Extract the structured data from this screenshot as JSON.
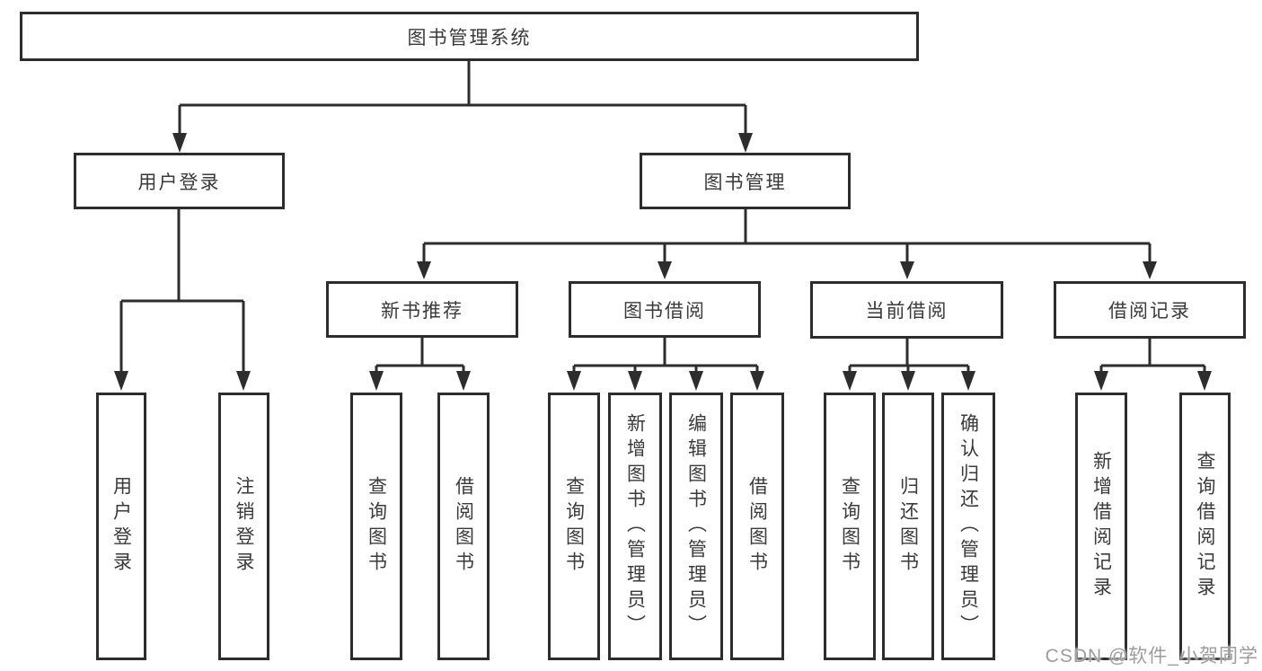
{
  "tree": {
    "label": "图书管理系统",
    "children": [
      {
        "label": "用户登录",
        "children": [
          {
            "label": "用户登录"
          },
          {
            "label": "注销登录"
          }
        ]
      },
      {
        "label": "图书管理",
        "children": [
          {
            "label": "新书推荐",
            "children": [
              {
                "label": "查询图书"
              },
              {
                "label": "借阅图书"
              }
            ]
          },
          {
            "label": "图书借阅",
            "children": [
              {
                "label": "查询图书"
              },
              {
                "label": "新增图书（管理员）"
              },
              {
                "label": "编辑图书（管理员）"
              },
              {
                "label": "借阅图书"
              }
            ]
          },
          {
            "label": "当前借阅",
            "children": [
              {
                "label": "查询图书"
              },
              {
                "label": "归还图书"
              },
              {
                "label": "确认归还（管理员）"
              }
            ]
          },
          {
            "label": "借阅记录",
            "children": [
              {
                "label": "新增借阅记录"
              },
              {
                "label": "查询借阅记录"
              }
            ]
          }
        ]
      }
    ]
  },
  "watermark": {
    "text": "CSDN @软件_小贺同学"
  },
  "colors": {
    "line": "#2d2d2d",
    "text": "#3a3a3a",
    "background": "#ffffff",
    "watermark": "#9c9c9c"
  }
}
